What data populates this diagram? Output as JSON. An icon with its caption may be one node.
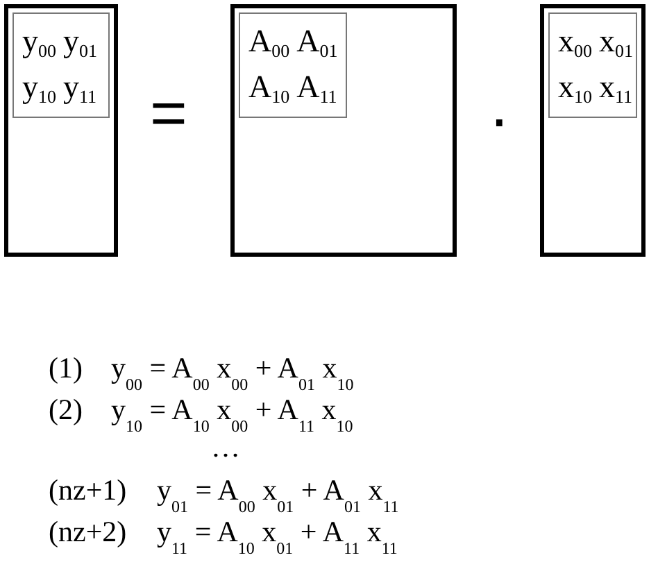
{
  "diagram": {
    "nodes": [
      {
        "text": [],
        "shape": "box"
      },
      {
        "text": [
          "y$_{00}$",
          "y$_{01}$",
          "y$_{10}$",
          "y$_{11}$"
        ],
        "in": 0
      },
      {
        "text": [],
        "shape": "box"
      },
      {
        "text": [
          "A$_{00}$",
          "A$_{01}$",
          "A$_{10}$",
          "A$_{11}$"
        ],
        "in": 2
      },
      {
        "text": [],
        "shape": "box"
      },
      {
        "text": [
          "x$_{00}$",
          "x$_{01}$",
          "x$_{10}$",
          "x$_{11}$"
        ],
        "in": 4
      }
    ],
    "labels": [
      "=",
      "·",
      "(1)",
      "y$_{00}$ = A$_{00}$ x$_{00}$ + A$_{01}$ x$_{10}$",
      "(2)",
      "y$_{10}$ = A$_{10}$ x$_{00}$ + A$_{11}$ x$_{10}$",
      "…",
      "(nz+1)",
      "y$_{01}$ = A$_{00}$ x$_{01}$ + A$_{01}$ x$_{11}$",
      "(nz+2)",
      "y$_{11}$ = A$_{10}$ x$_{01}$ + A$_{11}$ x$_{11}$"
    ]
  }
}
